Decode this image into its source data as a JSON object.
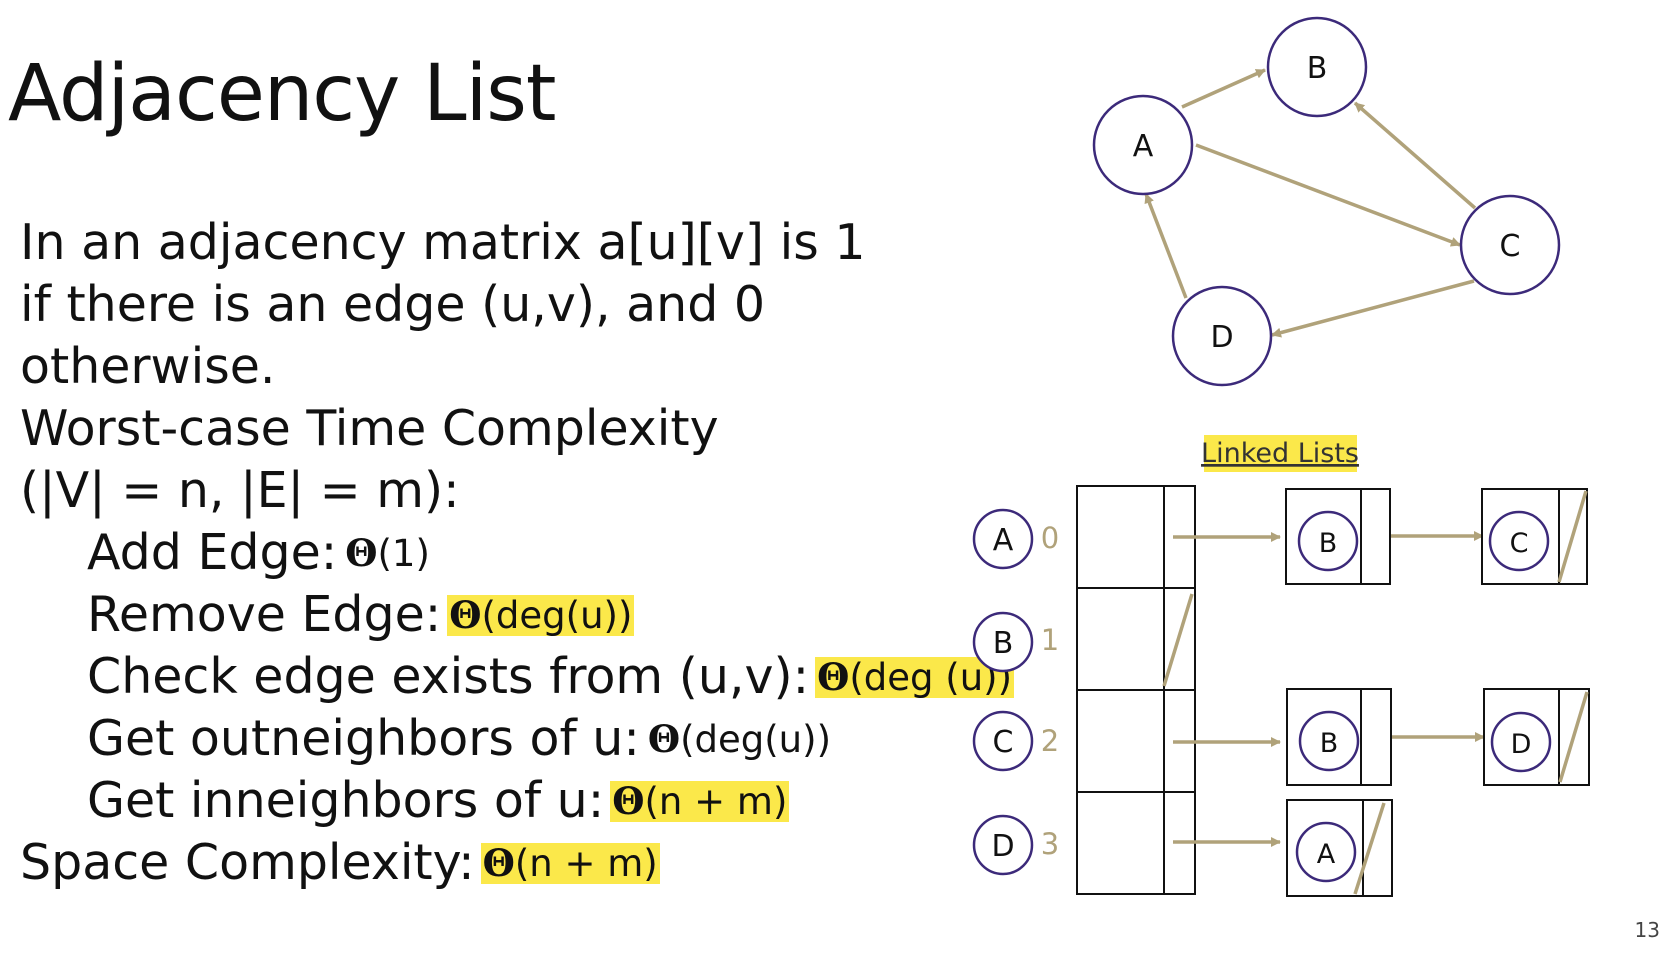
{
  "slide": {
    "title": "Adjacency List",
    "lines": [
      "In an adjacency matrix a[u][v] is 1",
      "if there is an edge (u,v), and 0",
      "otherwise.",
      "Worst-case Time Complexity",
      "(|V| = n, |E| = m):"
    ],
    "ops": [
      {
        "label": "Add Edge:",
        "theta": "Θ",
        "value": "(1)",
        "highlight": false
      },
      {
        "label": "Remove Edge:",
        "theta": "Θ",
        "value": "(deg(u))",
        "highlight": true
      },
      {
        "label": "Check edge exists from (u,v):",
        "theta": "Θ",
        "value": "(deg (u))",
        "highlight": true
      },
      {
        "label": "Get outneighbors of u:",
        "theta": "Θ",
        "value": "(deg(u))",
        "highlight": false
      },
      {
        "label": "Get inneighbors of u:",
        "theta": "Θ",
        "value": "(n + m)",
        "highlight": true
      }
    ],
    "space": {
      "label": "Space Complexity:",
      "theta": "Θ",
      "value": "(n + m)",
      "highlight": true
    },
    "page_number": "13"
  },
  "graph": {
    "nodes": [
      "A",
      "B",
      "C",
      "D"
    ],
    "edges": [
      [
        "A",
        "B"
      ],
      [
        "A",
        "C"
      ],
      [
        "C",
        "B"
      ],
      [
        "C",
        "D"
      ],
      [
        "D",
        "A"
      ]
    ]
  },
  "linked_lists": {
    "caption": "Linked Lists",
    "rows": [
      {
        "vertex": "A",
        "index": "0",
        "list": [
          "B",
          "C"
        ],
        "empty": false
      },
      {
        "vertex": "B",
        "index": "1",
        "list": [],
        "empty": true
      },
      {
        "vertex": "C",
        "index": "2",
        "list": [
          "B",
          "D"
        ],
        "empty": false
      },
      {
        "vertex": "D",
        "index": "3",
        "list": [
          "A"
        ],
        "empty": false
      }
    ]
  },
  "colors": {
    "node_stroke": "#3c2a7a",
    "edge": "#b0a27a",
    "index": "#b0a27a",
    "highlight": "#fbe84a"
  }
}
